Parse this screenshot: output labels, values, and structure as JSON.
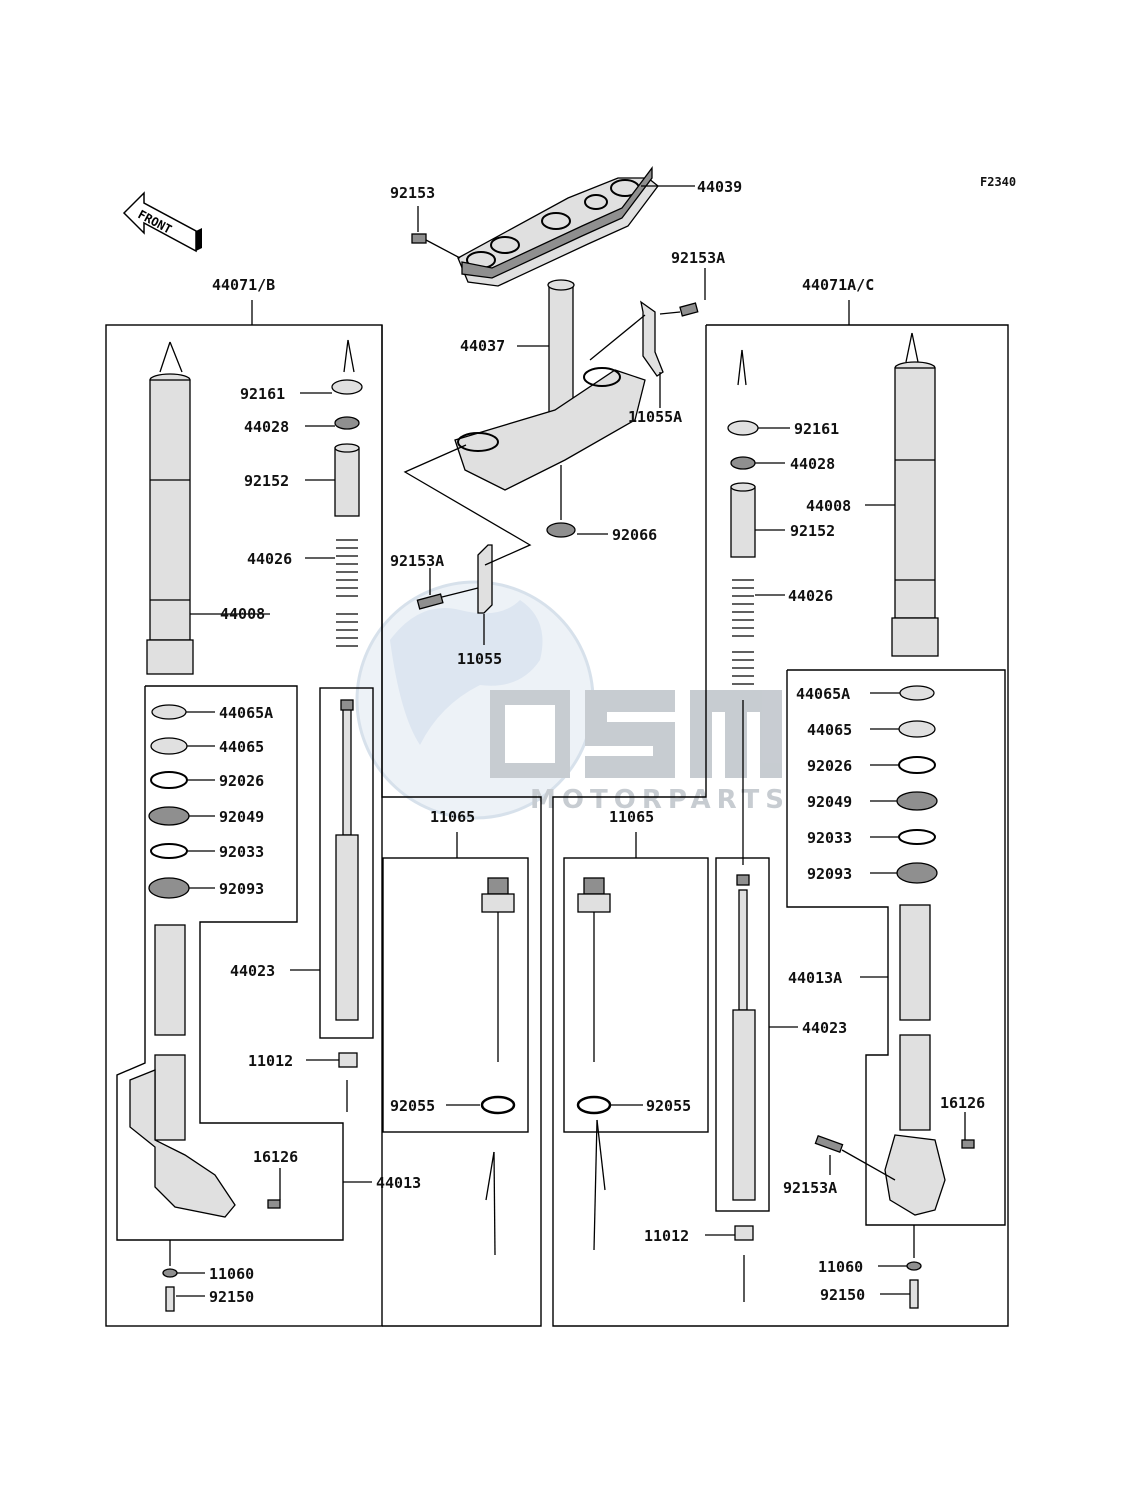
{
  "figure_code": "F2340",
  "front_label": "FRONT",
  "watermark": {
    "logo": "osm",
    "sub": "MOTORPARTS"
  },
  "labels": {
    "p92153_top": "92153",
    "p44039": "44039",
    "p92153A_top": "92153A",
    "p44071B": "44071/B",
    "p44071AC": "44071A/C",
    "p44037": "44037",
    "p11055A": "11055A",
    "p92066": "92066",
    "p92153A_mid": "92153A",
    "p11055": "11055",
    "L92161": "92161",
    "L44028": "44028",
    "L92152": "92152",
    "L44026": "44026",
    "L44008": "44008",
    "L44065A": "44065A",
    "L44065": "44065",
    "L92026": "92026",
    "L92049": "92049",
    "L92033": "92033",
    "L92093": "92093",
    "L44023": "44023",
    "L11012": "11012",
    "L16126": "16126",
    "L44013": "44013",
    "L11060": "11060",
    "L92150": "92150",
    "C11065a": "11065",
    "C92055a": "92055",
    "C11065b": "11065",
    "C92055b": "92055",
    "R92161": "92161",
    "R44028": "44028",
    "R44008": "44008",
    "R92152": "92152",
    "R44026": "44026",
    "R44065A": "44065A",
    "R44065": "44065",
    "R92026": "92026",
    "R92049": "92049",
    "R92033": "92033",
    "R92093": "92093",
    "R44013A": "44013A",
    "R44023": "44023",
    "R16126": "16126",
    "R92153A": "92153A",
    "R11012": "11012",
    "R11060": "11060",
    "R92150": "92150"
  }
}
